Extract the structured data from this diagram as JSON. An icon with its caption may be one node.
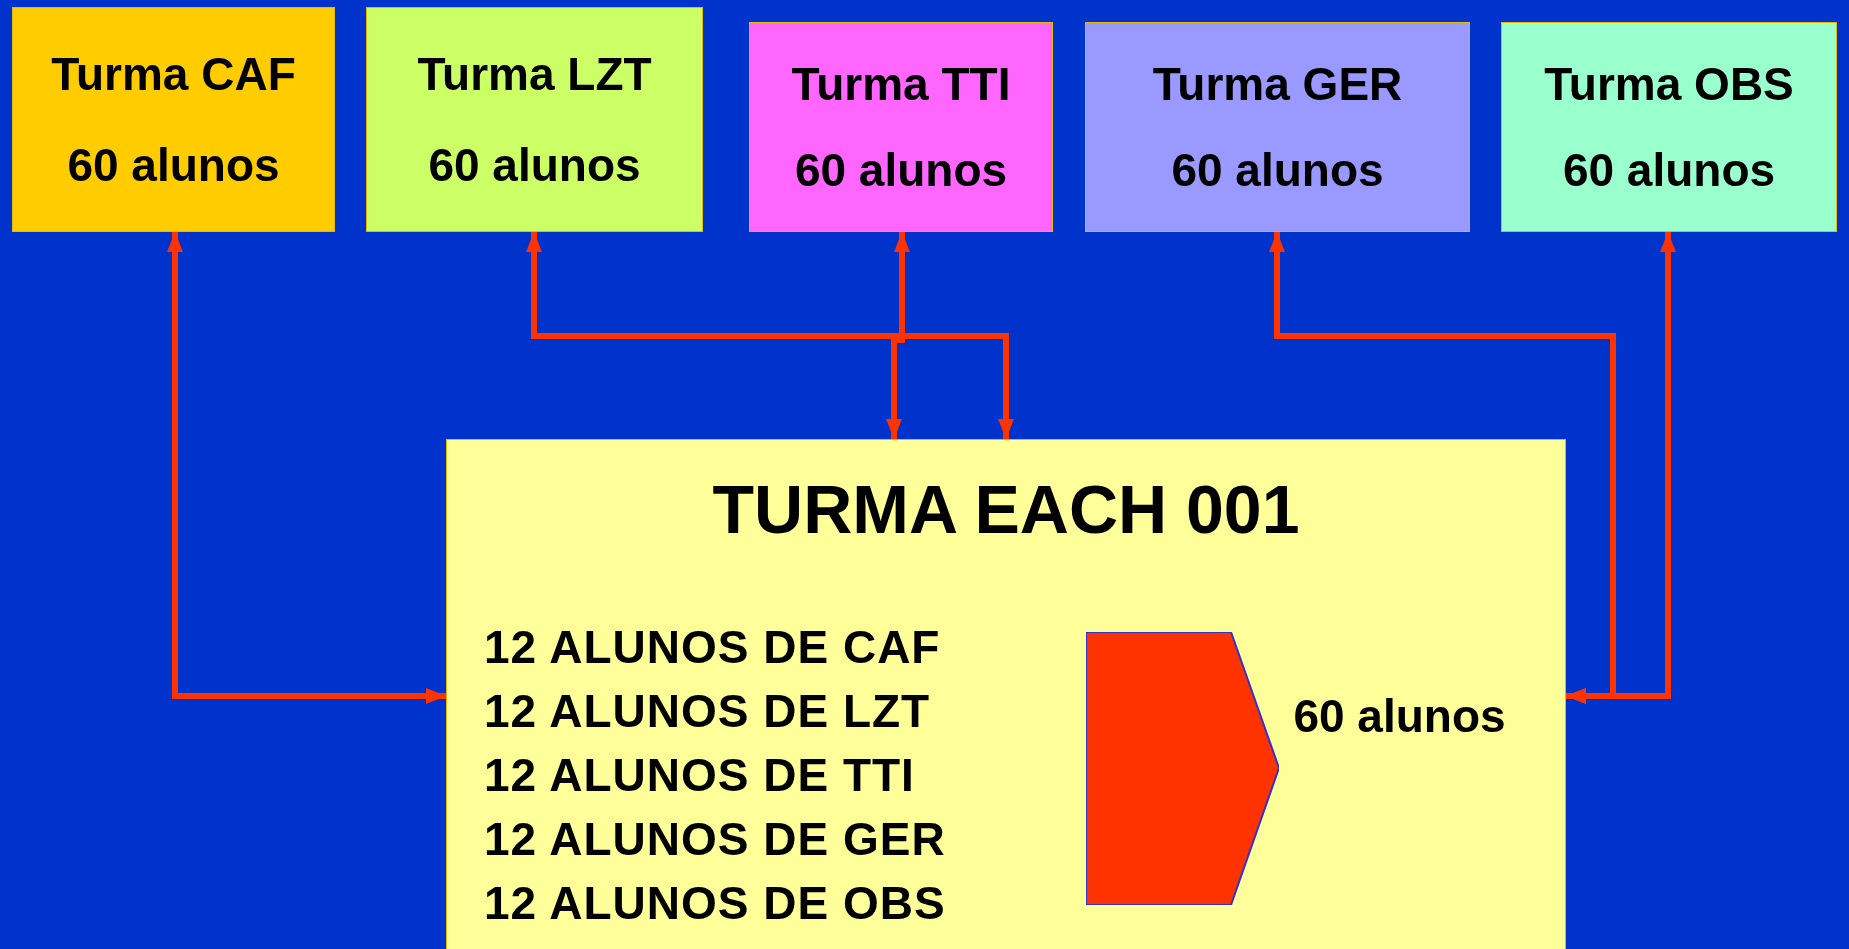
{
  "diagram": {
    "nodes": [
      {
        "text": [
          "Turma CAF",
          "60 alunos"
        ]
      },
      {
        "text": [
          "Turma LZT",
          "60 alunos"
        ]
      },
      {
        "text": [
          "Turma TTI",
          "60 alunos"
        ]
      },
      {
        "text": [
          "Turma GER",
          "60 alunos"
        ]
      },
      {
        "text": [
          "Turma OBS",
          "60 alunos"
        ]
      },
      {
        "text": [
          "TURMA EACH 001",
          "12 ALUNOS DE CAF",
          "12 ALUNOS DE LZT",
          "12 ALUNOS DE TTI",
          "12 ALUNOS DE GER",
          "12 ALUNOS DE OBS",
          "60 alunos"
        ]
      },
      {
        "text": [],
        "shape": "pentagon",
        "in": 5
      }
    ],
    "edges": [
      {
        "from": 0,
        "to": 5,
        "arrow": "both"
      },
      {
        "from": 1,
        "to": 5,
        "arrow": "both"
      },
      {
        "from": 2,
        "to": 5,
        "arrow": "both"
      },
      {
        "from": 3,
        "to": 5,
        "arrow": "both"
      },
      {
        "from": 4,
        "to": 5,
        "arrow": "both"
      }
    ]
  }
}
